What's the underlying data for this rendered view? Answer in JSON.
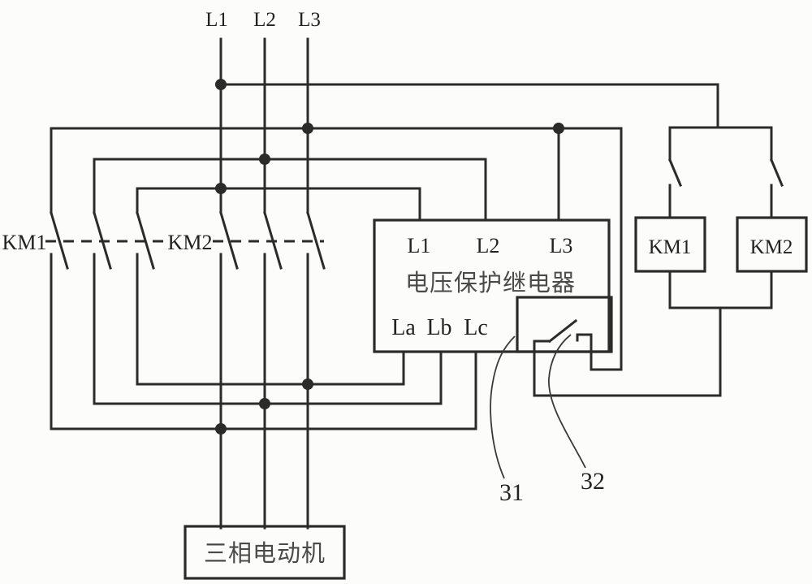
{
  "diagram_title": "voltage-protection-relay-reversing-motor-circuit",
  "colors": {
    "line": "#2b2b2b",
    "text": "#222222",
    "relay_text": "#4a4a4a",
    "background": "#fcfcfb"
  },
  "phases": {
    "l1": "L1",
    "l2": "L2",
    "l3": "L3"
  },
  "contactors": {
    "km1": "KM1",
    "km2": "KM2"
  },
  "relay": {
    "name": "电压保护继电器",
    "in1": "L1",
    "in2": "L2",
    "in3": "L3",
    "outa": "La",
    "outb": "Lb",
    "outc": "Lc"
  },
  "coils": {
    "km1": "KM1",
    "km2": "KM2"
  },
  "motor": {
    "label": "三相电动机"
  },
  "callouts": {
    "relay_body": "31",
    "output_contact": "32"
  }
}
